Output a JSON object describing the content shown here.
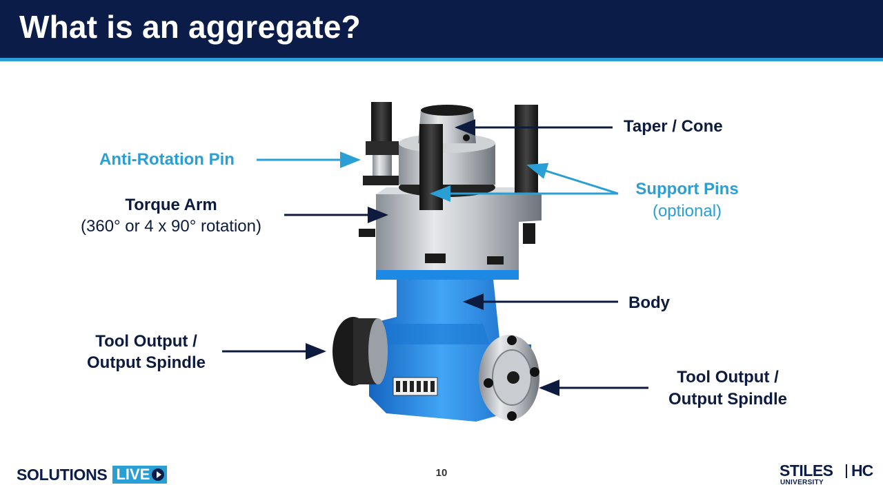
{
  "slide": {
    "title": "What is an aggregate?",
    "page_number": "10"
  },
  "labels": {
    "taper_cone": "Taper / Cone",
    "anti_rotation_pin": "Anti-Rotation Pin",
    "torque_arm": "Torque Arm",
    "torque_arm_detail": "(360° or 4 x 90° rotation)",
    "support_pins": "Support Pins",
    "support_pins_detail": "(optional)",
    "body": "Body",
    "left_output_line1": "Tool Output /",
    "left_output_line2": "Output Spindle",
    "right_output_line1": "Tool Output /",
    "right_output_line2": "Output Spindle"
  },
  "footer": {
    "solutions": "SOLUTIONS",
    "live": "LIVE",
    "stiles": "STILES",
    "hc": "HC",
    "university": "UNIVERSITY"
  },
  "colors": {
    "header_navy": "#0b1c48",
    "accent_blue": "#2a9fd6",
    "body_blue": "#1e88e5",
    "label_dark": "#0d1b3e"
  }
}
